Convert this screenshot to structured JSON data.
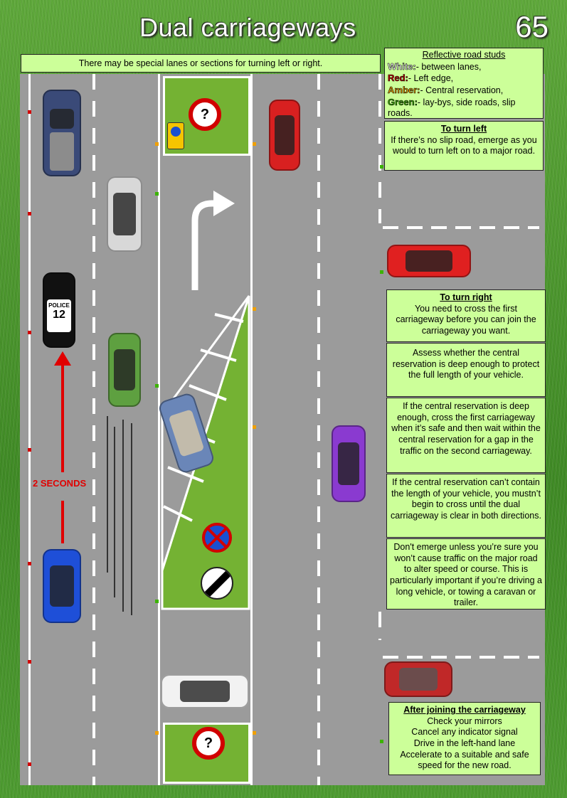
{
  "title": "Dual carriageways",
  "page_number": "65",
  "banner": "There may be special lanes or sections for turning left or right.",
  "studs": {
    "heading": "Reflective road studs",
    "rows": [
      {
        "label": "White:",
        "text": "- between lanes,",
        "color": "#ffffff"
      },
      {
        "label": "Red:",
        "text": "- Left edge,",
        "color": "#d10000"
      },
      {
        "label": "Amber:",
        "text": "- Central reservation,",
        "color": "#f0a000"
      },
      {
        "label": "Green:",
        "text": "- lay-bys, side roads, slip roads.",
        "color": "#3cb300"
      }
    ]
  },
  "turn_left": {
    "heading": "To turn left",
    "text": "If there’s no slip road, emerge as you would to turn left on to a major road."
  },
  "turn_right": {
    "heading": "To turn right",
    "text": "You need to cross the first carriageway before you can join the carriageway you want."
  },
  "assess": "Assess whether the central reservation is deep enough to protect the full length of your vehicle.",
  "deep_enough": "If the central reservation is deep enough, cross the first carriageway when it’s safe and then wait within the central reservation for a gap in the traffic on the second carriageway.",
  "cant_contain": "If the central reservation can’t contain the length of your vehicle, you mustn’t begin to cross until the dual carriageway is clear in both directions.",
  "dont_emerge": "Don't emerge unless you’re sure you won’t cause traffic on the major road to alter speed or course. This is particularly important if you’re driving a long vehicle, or towing a caravan or trailer.",
  "after_joining": {
    "heading": "After joining the carriageway",
    "lines": [
      "Check your mirrors",
      "Cancel any indicator signal",
      "Drive in the left-hand lane",
      "Accelerate to a suitable and safe speed for the new road."
    ]
  },
  "two_seconds": "2 SECONDS",
  "police_label": "POLICE",
  "police_number": "12",
  "sign_symbol": "?",
  "colors": {
    "grass": "#4f9a2e",
    "road": "#9b9b9b",
    "box": "#ccff99",
    "red": "#e00000"
  }
}
